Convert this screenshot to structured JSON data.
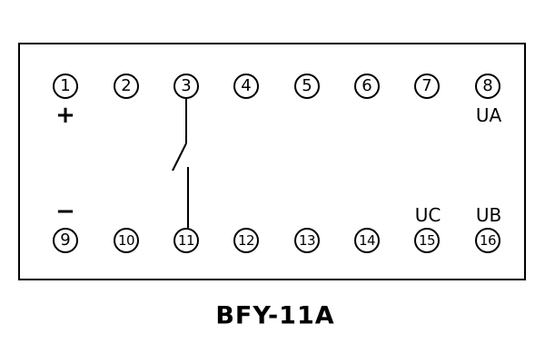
{
  "title": "BFY-11A",
  "terminals": {
    "top": [
      "1",
      "2",
      "3",
      "4",
      "5",
      "6",
      "7",
      "8"
    ],
    "bottom": [
      "9",
      "10",
      "11",
      "12",
      "13",
      "14",
      "15",
      "16"
    ]
  },
  "labels": {
    "plus": "+",
    "minus": "−",
    "ua": "UA",
    "uc": "UC",
    "ub": "UB"
  },
  "switch": {
    "from_terminal": "3",
    "to_terminal": "11"
  },
  "colors": {
    "line": "#000000",
    "background": "#ffffff"
  }
}
